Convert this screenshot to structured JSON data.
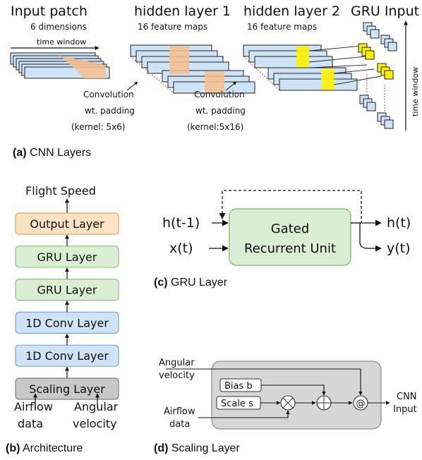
{
  "panel_a": {
    "caption_letter": "(a)",
    "caption_text": " CNN Layers",
    "titles": [
      "Input patch",
      "hidden layer 1",
      "hidden layer 2",
      "GRU Input"
    ],
    "subtitles": [
      "6 dimensions",
      "16 feature maps",
      "16 feature maps"
    ],
    "time_window_label": "time window",
    "conv1_label": [
      "Convolution",
      "wt. padding",
      "(kernel: 5x6)"
    ],
    "conv2_label": [
      "Convolution",
      "wt. padding",
      "(kernel:5x16)"
    ],
    "time_window_vertical": "time window"
  },
  "panel_b": {
    "caption_letter": "(b)",
    "caption_text": " Architecture",
    "output_label": "Flight Speed",
    "layers": [
      {
        "label": "Output Layer",
        "kind": "output"
      },
      {
        "label": "GRU Layer",
        "kind": "gru"
      },
      {
        "label": "GRU Layer",
        "kind": "gru"
      },
      {
        "label": "1D Conv Layer",
        "kind": "conv"
      },
      {
        "label": "1D Conv Layer",
        "kind": "conv"
      },
      {
        "label": "Scaling Layer",
        "kind": "scaling"
      }
    ],
    "inputs": [
      [
        "Airflow",
        "data"
      ],
      [
        "Angular",
        "velocity"
      ]
    ]
  },
  "panel_c": {
    "caption_letter": "(c)",
    "caption_text": " GRU Layer",
    "unit_label": [
      "Gated",
      "Recurrent Unit"
    ],
    "inputs": [
      "h(t-1)",
      "x(t)"
    ],
    "outputs": [
      "h(t)",
      "y(t)"
    ]
  },
  "panel_d": {
    "caption_letter": "(d)",
    "caption_text": " Scaling Layer",
    "angular_label": [
      "Angular",
      "velocity"
    ],
    "airflow_label": [
      "Airflow",
      "data"
    ],
    "bias_label": "Bias b",
    "scale_label": "Scale s",
    "op_multiply": "⊗",
    "op_add": "⊕",
    "op_concat": "@",
    "output_label": [
      "CNN",
      "Input"
    ]
  },
  "colors": {
    "patch_fill": "#cfe3f7",
    "patch_stroke": "#222222",
    "highlight_orange": "#f6c08e",
    "highlight_yellow": "#fff200",
    "output_fill": "#fde3c4",
    "output_stroke": "#e0a560",
    "gru_fill": "#d9eed3",
    "gru_stroke": "#8fbf80",
    "conv_fill": "#cfe2f6",
    "conv_stroke": "#7fa8d6",
    "scaling_fill": "#c8c8c8",
    "scaling_stroke": "#808080",
    "scaling_bg": "#d6d6d6",
    "dotted_red": "#d04040"
  }
}
